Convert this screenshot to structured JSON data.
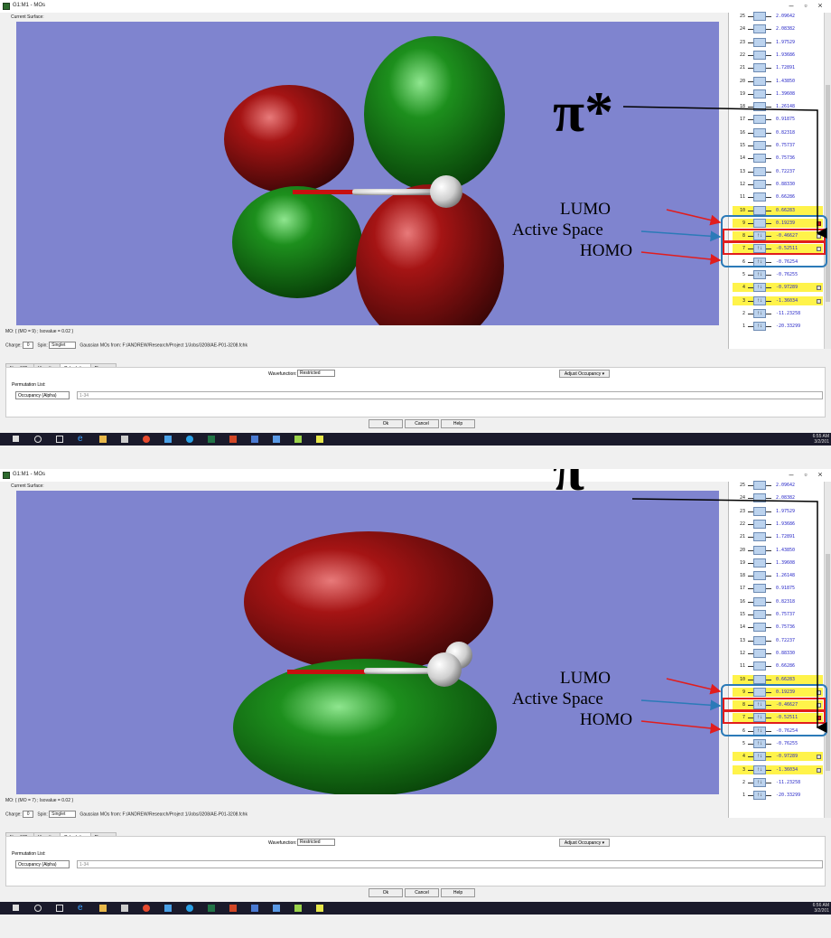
{
  "panels": [
    {
      "title": "G1:M1 - MOs",
      "surface_label": "Current Surface:",
      "status_text": "MO: { (MO = 9) ; Isovalue = 0.02 }",
      "charge_label": "Charge:",
      "charge_value": "0",
      "spin_label": "Spin:",
      "spin_value": "Singlet",
      "source_text": "Gaussian MOs from: F:/ANDREW/Research/Project 1/Jobs/3208/AE-P01-3208.fchk",
      "tabs": [
        "New MOs",
        "Visualize",
        "Calculation",
        "Diagram"
      ],
      "active_tab": "Calculation",
      "wavefunction_label": "Wavefunction:",
      "wavefunction_value": "Restricted",
      "adjust_button": "Adjust Occupancy ▾",
      "permutation_label": "Permutation List:",
      "permutation_select": "Occupancy (Alpha)",
      "permutation_value": "1-34",
      "ok": "Ok",
      "cancel": "Cancel",
      "help": "Help",
      "clock_time": "6:55 AM",
      "clock_date": "3/2/201",
      "orbital_symbol": "π*",
      "selected_mo": 9,
      "annotations": {
        "lumo": "LUMO",
        "active": "Active Space",
        "homo": "HOMO"
      }
    },
    {
      "title": "G1:M1 - MOs",
      "surface_label": "Current Surface:",
      "status_text": "MO: { (MO = 7) ; Isovalue = 0.02 }",
      "charge_label": "Charge:",
      "charge_value": "0",
      "spin_label": "Spin:",
      "spin_value": "Singlet",
      "source_text": "Gaussian MOs from: F:/ANDREW/Research/Project 1/Jobs/3208/AE-P01-3208.fchk",
      "tabs": [
        "New MOs",
        "Visualize",
        "Calculation",
        "Diagram"
      ],
      "active_tab": "Calculation",
      "wavefunction_label": "Wavefunction:",
      "wavefunction_value": "Restricted",
      "adjust_button": "Adjust Occupancy ▾",
      "permutation_label": "Permutation List:",
      "permutation_select": "Occupancy (Alpha)",
      "permutation_value": "1-34",
      "ok": "Ok",
      "cancel": "Cancel",
      "help": "Help",
      "clock_time": "6:56 AM",
      "clock_date": "3/2/201",
      "orbital_symbol": "π",
      "selected_mo": 7,
      "annotations": {
        "lumo": "LUMO",
        "active": "Active Space",
        "homo": "HOMO"
      }
    }
  ],
  "mo_list": [
    {
      "n": "25",
      "e": "2.09642",
      "occ": "",
      "hl": false
    },
    {
      "n": "24",
      "e": "2.08382",
      "occ": "",
      "hl": false
    },
    {
      "n": "23",
      "e": "1.97529",
      "occ": "",
      "hl": false
    },
    {
      "n": "22",
      "e": "1.93686",
      "occ": "",
      "hl": false
    },
    {
      "n": "21",
      "e": "1.72891",
      "occ": "",
      "hl": false
    },
    {
      "n": "20",
      "e": "1.43850",
      "occ": "",
      "hl": false
    },
    {
      "n": "19",
      "e": "1.39608",
      "occ": "",
      "hl": false
    },
    {
      "n": "18",
      "e": "1.26148",
      "occ": "",
      "hl": false
    },
    {
      "n": "17",
      "e": "0.91875",
      "occ": "",
      "hl": false
    },
    {
      "n": "16",
      "e": "0.82318",
      "occ": "",
      "hl": false
    },
    {
      "n": "15",
      "e": "0.75737",
      "occ": "",
      "hl": false
    },
    {
      "n": "14",
      "e": "0.75736",
      "occ": "",
      "hl": false
    },
    {
      "n": "13",
      "e": "0.72237",
      "occ": "",
      "hl": false
    },
    {
      "n": "12",
      "e": "0.88330",
      "occ": "",
      "hl": false
    },
    {
      "n": "11",
      "e": "0.66286",
      "occ": "",
      "hl": false
    },
    {
      "n": "10",
      "e": "0.66283",
      "occ": "",
      "hl": true
    },
    {
      "n": "9",
      "e": "0.19239",
      "occ": "",
      "hl": true
    },
    {
      "n": "8",
      "e": "-0.46627",
      "occ": "↑↓",
      "hl": true
    },
    {
      "n": "7",
      "e": "-0.52511",
      "occ": "↑↓",
      "hl": true
    },
    {
      "n": "6",
      "e": "-0.76254",
      "occ": "↑↓",
      "hl": false
    },
    {
      "n": "5",
      "e": "-0.76255",
      "occ": "↑↓",
      "hl": false
    },
    {
      "n": "4",
      "e": "-0.97289",
      "occ": "↑↓",
      "hl": true
    },
    {
      "n": "3",
      "e": "-1.36034",
      "occ": "↑↓",
      "hl": true
    },
    {
      "n": "2",
      "e": "-11.23258",
      "occ": "↑↓",
      "hl": false
    },
    {
      "n": "1",
      "e": "-20.33299",
      "occ": "↑↓",
      "hl": false
    }
  ],
  "colors": {
    "viewport_bg": "#7f84cf",
    "lobe_red": "#8a1010",
    "lobe_green": "#1c8a1c",
    "highlight": "#fff34a",
    "box_red": "#e11d1d",
    "box_blue": "#2b7ab8",
    "energy_text": "#2a2ac8"
  }
}
